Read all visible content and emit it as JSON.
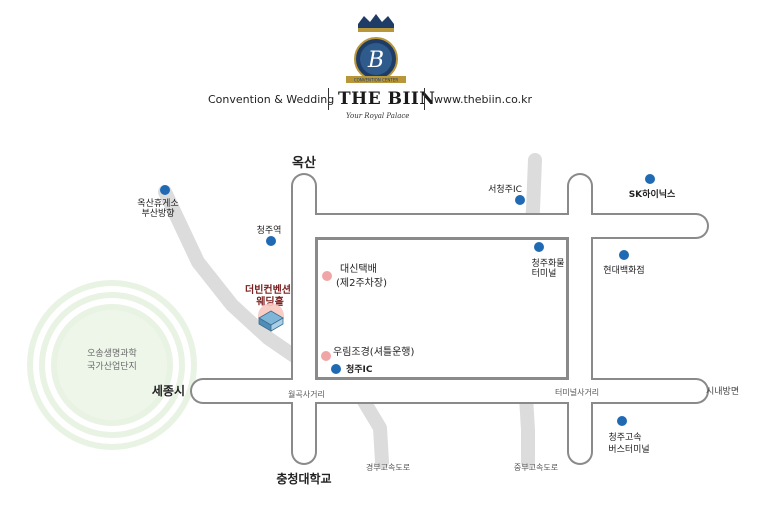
{
  "header": {
    "left_text": "Convention & Wedding",
    "brand_name": "THE BIIN",
    "tagline": "Your Royal Palace",
    "website": "www.thebiin.co.kr",
    "emblem_letter": "B",
    "emblem_ribbon": "CONVENTION CENTER"
  },
  "colors": {
    "road_fill": "#ffffff",
    "road_stroke": "#8a8a8a",
    "expressway": "#dcdcdc",
    "marker_blue": "#1f6ab3",
    "marker_pink": "#f0a6a6",
    "venue_text": "#7a1f1f",
    "emblem_navy": "#1f3c66",
    "emblem_gold": "#b8963a",
    "park_ring": "#e8f3e3"
  },
  "map": {
    "roads": [
      {
        "name": "옥산",
        "role": "top-of-north-road"
      },
      {
        "name": "충청대학교",
        "role": "bottom-of-south-road"
      },
      {
        "name": "세종시",
        "role": "west-end"
      },
      {
        "name": "시내방면",
        "role": "east-end"
      }
    ],
    "intersections": [
      {
        "label": "월곡사거리"
      },
      {
        "label": "터미널사거리"
      }
    ],
    "expressways": [
      {
        "label": "경부고속도로"
      },
      {
        "label": "중부고속도로"
      }
    ],
    "park": {
      "label_line1": "오송생명과학",
      "label_line2": "국가산업단지"
    },
    "venue": {
      "line1": "더빈컨벤션",
      "line2": "웨딩홀"
    },
    "markers": [
      {
        "id": "oksan-rest",
        "lines": [
          "옥산휴게소",
          "부산방향"
        ],
        "color": "blue"
      },
      {
        "id": "cheongju-station",
        "lines": [
          "청주역"
        ],
        "color": "blue"
      },
      {
        "id": "seocheongju-ic",
        "lines": [
          "서청주IC"
        ],
        "color": "blue"
      },
      {
        "id": "sk-hynix",
        "lines": [
          "SK하이닉스"
        ],
        "color": "blue"
      },
      {
        "id": "cargo-terminal",
        "lines": [
          "청주화물",
          "터미널"
        ],
        "color": "blue"
      },
      {
        "id": "hyundai-dept",
        "lines": [
          "현대백화점"
        ],
        "color": "blue"
      },
      {
        "id": "daesin",
        "lines": [
          "대신택배",
          "(제2주차장)"
        ],
        "color": "pink"
      },
      {
        "id": "woorim",
        "lines": [
          "우림조경(셔틀운행)"
        ],
        "color": "pink"
      },
      {
        "id": "cheongju-ic",
        "lines": [
          "청주IC"
        ],
        "color": "blue"
      },
      {
        "id": "express-bus",
        "lines": [
          "청주고속",
          "버스터미널"
        ],
        "color": "blue"
      }
    ]
  }
}
